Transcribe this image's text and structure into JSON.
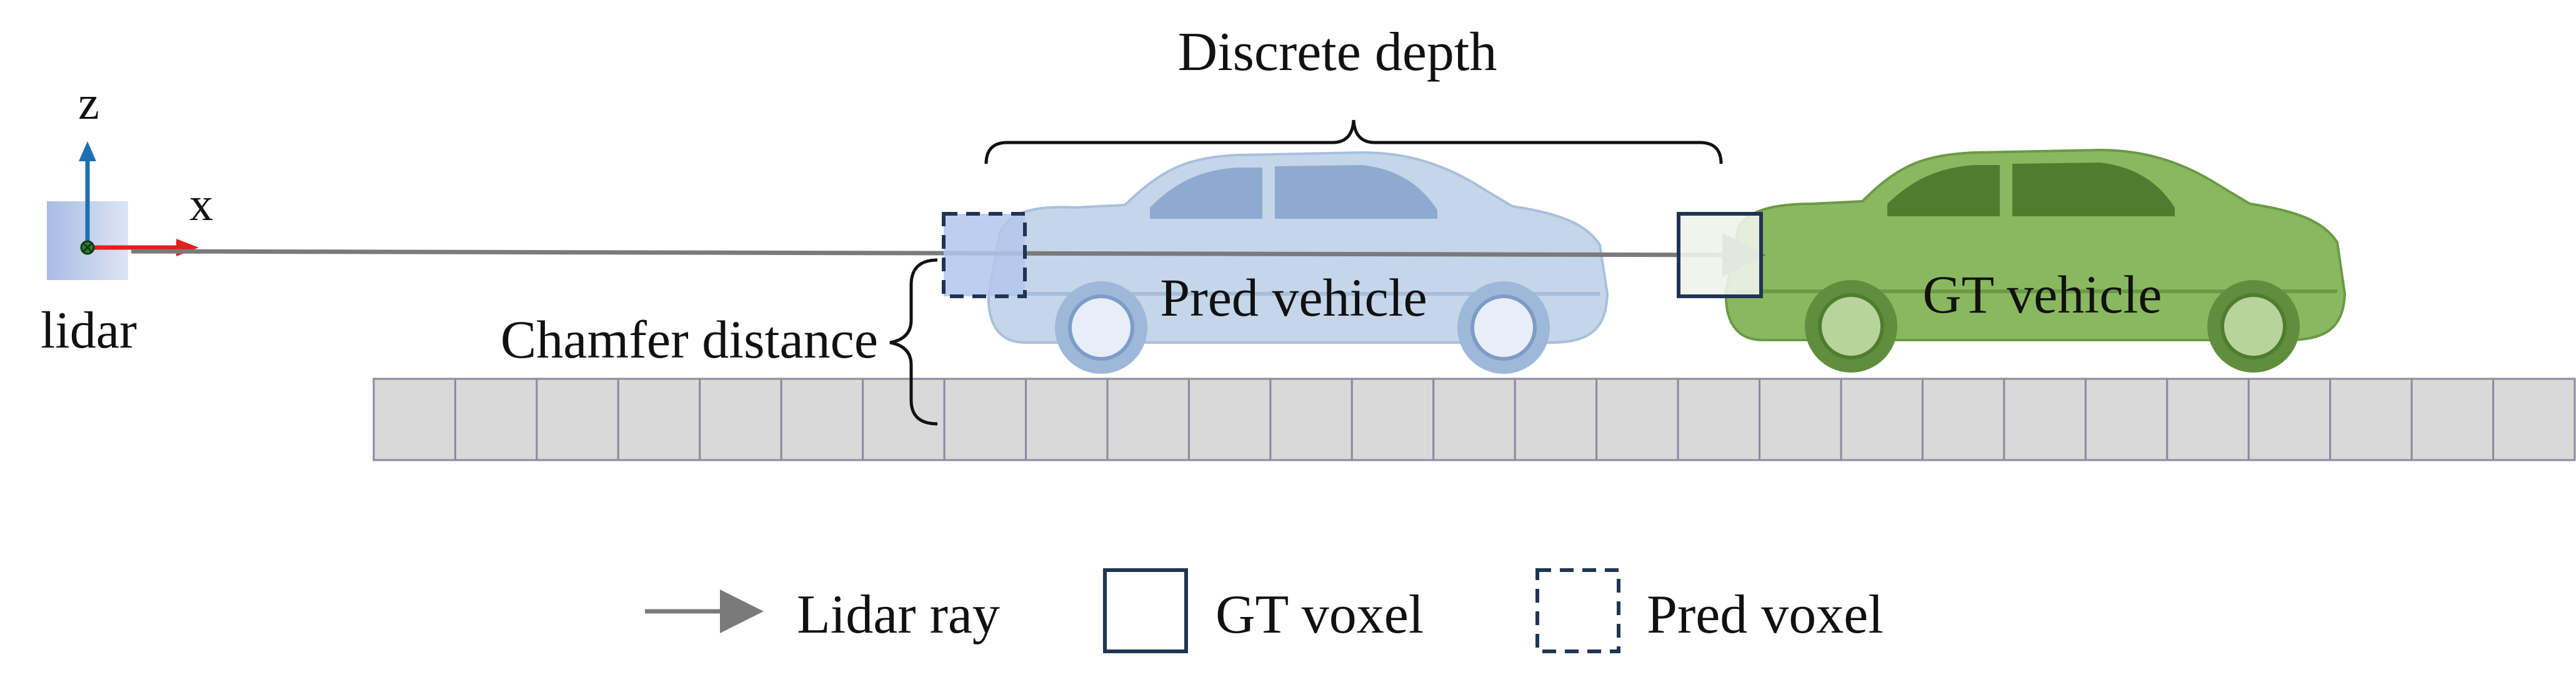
{
  "labels": {
    "axis_z": "z",
    "axis_x": "x",
    "lidar": "lidar",
    "discrete_depth": "Discrete depth",
    "chamfer_distance": "Chamfer distance",
    "pred_vehicle": "Pred vehicle",
    "gt_vehicle": "GT vehicle"
  },
  "legend": {
    "lidar_ray": "Lidar ray",
    "gt_voxel": "GT voxel",
    "pred_voxel": "Pred voxel"
  },
  "ground": {
    "cells": 27
  },
  "colors": {
    "ray": "#7a7a7a",
    "grid_fill": "#d9d9d9",
    "grid_stroke": "#8a8aa0",
    "voxel_stroke": "#1f3552",
    "pred_vehicle_body": "#c5d6ea",
    "pred_vehicle_shade": "#9db8d8",
    "gt_vehicle_body": "#8ab860",
    "gt_vehicle_shade": "#6a9a45",
    "axis_x": "#e0201b",
    "axis_z": "#1f6fb5",
    "lidar_block": "#a9bfe3",
    "pred_voxel_fill": "#b3c6ec",
    "gt_voxel_fill": "#eef3ea"
  },
  "icons": [
    "lidar-sensor-icon",
    "axis-x-arrow-icon",
    "axis-z-arrow-icon",
    "pred-vehicle-icon",
    "gt-vehicle-icon"
  ]
}
